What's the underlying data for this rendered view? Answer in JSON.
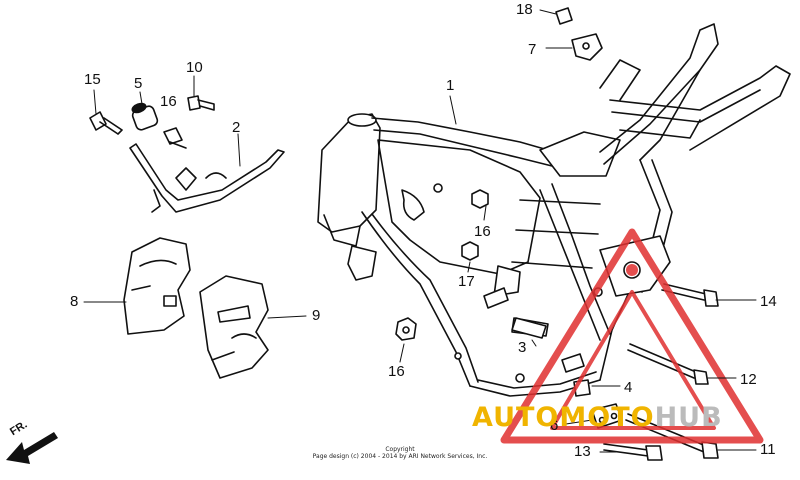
{
  "callouts": {
    "n1": "1",
    "n2": "2",
    "n3": "3",
    "n4": "4",
    "n5": "5",
    "n6": "6",
    "n7": "7",
    "n8": "8",
    "n9": "9",
    "n10": "10",
    "n11": "11",
    "n12": "12",
    "n13": "13",
    "n14": "14",
    "n15": "15",
    "n16a": "16",
    "n16b": "16",
    "n16c": "16",
    "n17": "17",
    "n18": "18"
  },
  "direction_marker": "FR.",
  "copyright": {
    "line1": "Copyright",
    "line2": "Page design (c) 2004 - 2014 by ARI Network Services, Inc."
  },
  "watermark": {
    "part1": "AUTO",
    "part2": "MOTO",
    "part3": "HUB",
    "accent_color": "#e03030",
    "yellow_color": "#f0b400"
  }
}
